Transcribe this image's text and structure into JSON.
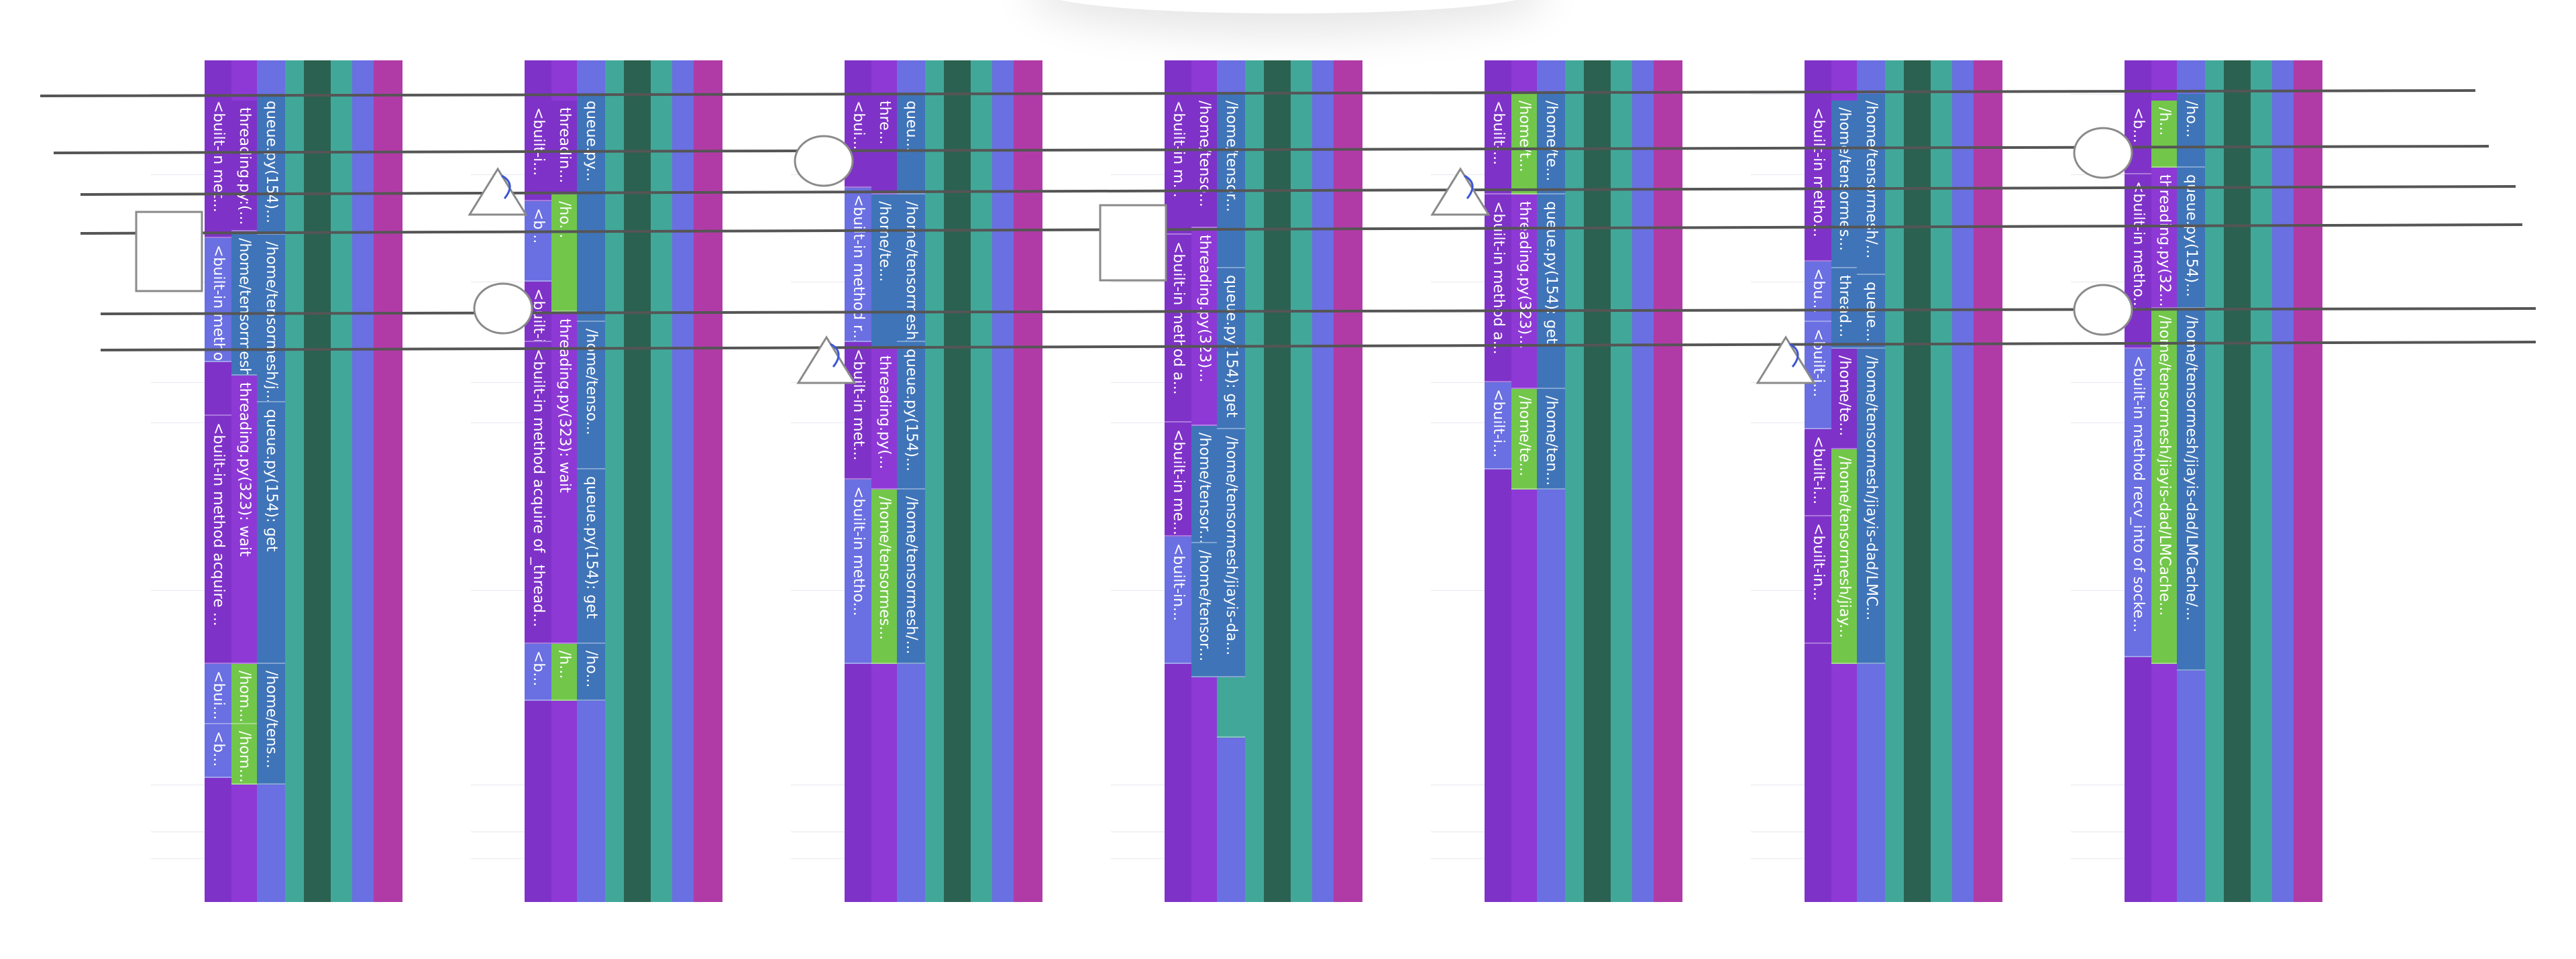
{
  "colors": {
    "magenta": "#b13ba6",
    "violet": "#7f32c8",
    "periwinkle": "#6a6fe1",
    "steel": "#3f74b8",
    "teal": "#41a899",
    "darkteal": "#2b6150",
    "green": "#72c74a",
    "purple": "#8e39d6",
    "line": "#555555"
  },
  "columns": [
    {
      "stacks": [
        [
          {
            "label": "<built-in met..."
          },
          {
            "label": "<built-in method ..."
          },
          {
            "label": ""
          },
          {
            "label": "<built-in method acquire ..."
          },
          {
            "label": "<bui..."
          },
          {
            "label": "<b..."
          }
        ],
        [
          {
            "label": "threading.py:(..."
          },
          {
            "label": "/home/tensormesh/..."
          },
          {
            "label": "threading.py(323): wait"
          },
          {
            "label": "/hom..."
          },
          {
            "label": "/hom..."
          }
        ],
        [
          {
            "label": "queue.py(154)..."
          },
          {
            "label": "/home/tensormesh/j..."
          },
          {
            "label": "queue.py(154): get"
          },
          {
            "label": "/home/tens..."
          }
        ]
      ]
    },
    {
      "stacks": [
        [
          {
            "label": "<built-i..."
          },
          {
            "label": "<b..."
          },
          {
            "label": "<built-in..."
          },
          {
            "label": "<built-in method acquire of _thread..."
          },
          {
            "label": "<b..."
          }
        ],
        [
          {
            "label": "threadin..."
          },
          {
            "label": "/ho..."
          },
          {
            "label": "threading.py(323): wait"
          },
          {
            "label": "/h..."
          }
        ],
        [
          {
            "label": "queue.py..."
          },
          {
            "label": "/home/tenso..."
          },
          {
            "label": "queue.py(154): get"
          },
          {
            "label": "/ho..."
          }
        ]
      ]
    },
    {
      "stacks": [
        [
          {
            "label": "<bui..."
          },
          {
            "label": "<built-in method r..."
          },
          {
            "label": "<built-in met..."
          },
          {
            "label": "<built-in metho..."
          }
        ],
        [
          {
            "label": "thre..."
          },
          {
            "label": "/home/te..."
          },
          {
            "label": "threading.py(..."
          },
          {
            "label": "/home/tensormes..."
          }
        ],
        [
          {
            "label": "queu..."
          },
          {
            "label": "/home/tensormesh/j..."
          },
          {
            "label": "queue.py(154)..."
          },
          {
            "label": "/home/tensormesh/..."
          }
        ]
      ]
    },
    {
      "stacks": [
        [
          {
            "label": "<built-in m..."
          },
          {
            "label": "<built-in method a..."
          },
          {
            "label": "<built-in me..."
          },
          {
            "label": "<built-in..."
          }
        ],
        [
          {
            "label": "/home/tenso..."
          },
          {
            "label": "threading.py(323)..."
          },
          {
            "label": "/home/tensor..."
          },
          {
            "label": "/home/tensor..."
          }
        ],
        [
          {
            "label": "/home/tensor..."
          },
          {
            "label": "queue.py(154): get"
          },
          {
            "label": "/home/tensormesh/jiayis-da..."
          },
          {
            "label": ""
          }
        ]
      ]
    },
    {
      "stacks": [
        [
          {
            "label": "<built-..."
          },
          {
            "label": "<built-in method a..."
          },
          {
            "label": "<built-i..."
          }
        ],
        [
          {
            "label": "/home/t..."
          },
          {
            "label": "threading.py(323)..."
          },
          {
            "label": "/home/te..."
          }
        ],
        [
          {
            "label": "/home/te..."
          },
          {
            "label": "queue.py(154): get"
          },
          {
            "label": "/home/ten..."
          }
        ]
      ]
    },
    {
      "stacks": [
        [
          {
            "label": "<built-in metho..."
          },
          {
            "label": "<bu..."
          },
          {
            "label": "<built-i..."
          },
          {
            "label": "<built-i..."
          },
          {
            "label": "<built-in..."
          }
        ],
        [
          {
            "label": "/home/tensormes..."
          },
          {
            "label": "thread..."
          },
          {
            "label": "/home/te..."
          },
          {
            "label": "/home/tensormesh/jiay..."
          }
        ],
        [
          {
            "label": "/home/tensormesh/..."
          },
          {
            "label": "queue..."
          },
          {
            "label": "/home/tensormesh/jiayis-dad/LMC..."
          }
        ]
      ]
    },
    {
      "stacks": [
        [
          {
            "label": "<b..."
          },
          {
            "label": "<built-in metho..."
          },
          {
            "label": "<built-in method recv_into of socke..."
          }
        ],
        [
          {
            "label": "/h..."
          },
          {
            "label": "threading.py(32..."
          },
          {
            "label": "/home/tensormesh/jiayis-dad/LMCache..."
          }
        ],
        [
          {
            "label": "/ho..."
          },
          {
            "label": "queue.py(154)..."
          },
          {
            "label": "/home/tensormesh/jiayis-dad/LMCache/..."
          }
        ]
      ]
    }
  ]
}
